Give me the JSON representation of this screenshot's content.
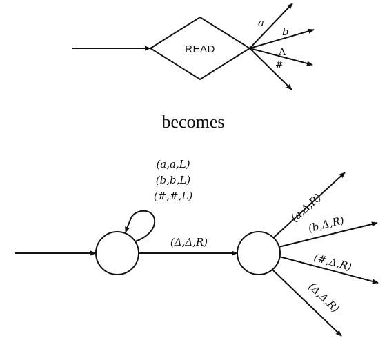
{
  "top": {
    "read_label": "READ",
    "branch_labels": [
      "a",
      "b",
      "Λ",
      "#"
    ]
  },
  "middle": {
    "becomes": "becomes"
  },
  "bottom": {
    "loop_labels": [
      "(a,a,L)",
      "(b,b,L)",
      "(#,#,L)"
    ],
    "connector_label": "(Δ,Δ,R)",
    "out_labels": [
      "(a,Δ,R)",
      "(b,Δ,R)",
      "(#,Δ,R)",
      "(Δ,Δ,R)"
    ]
  }
}
